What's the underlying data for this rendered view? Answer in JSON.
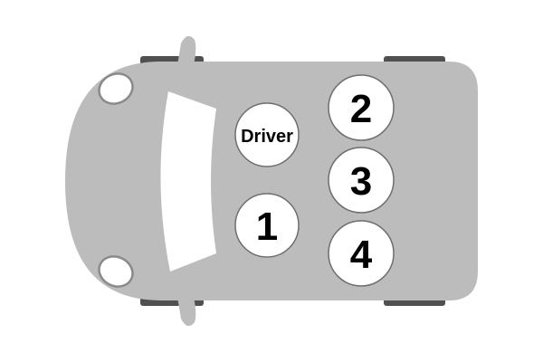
{
  "colors": {
    "body": "#bcbcbc",
    "wheel": "#505050",
    "window": "#ffffff",
    "seat_fill": "#ffffff",
    "seat_stroke": "#6e6e6e",
    "headlight_stroke": "#8a8a8a",
    "label": "#000000"
  },
  "seats": {
    "driver": "Driver",
    "passenger_1": "1",
    "passenger_2": "2",
    "passenger_3": "3",
    "passenger_4": "4"
  }
}
